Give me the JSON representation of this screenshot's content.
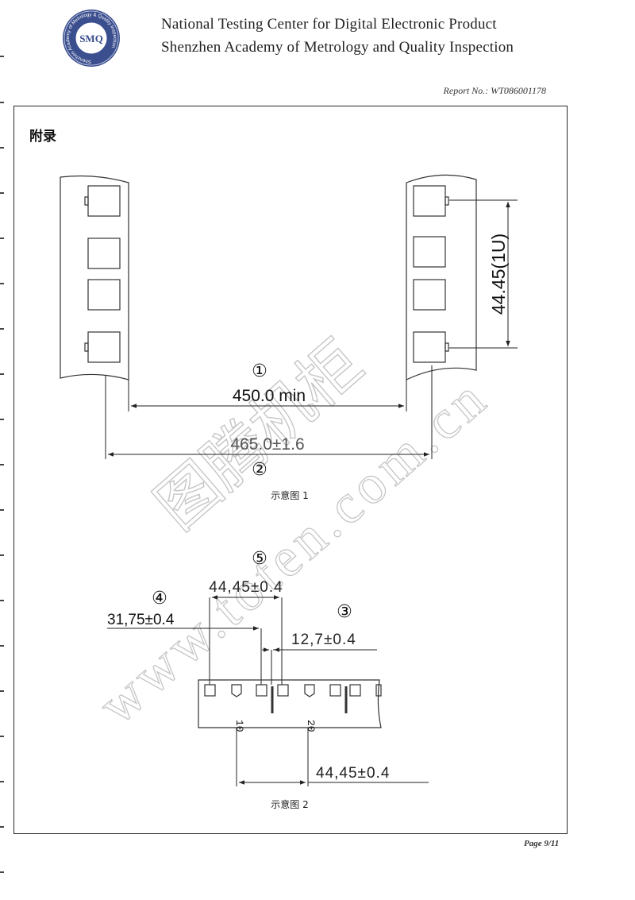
{
  "header": {
    "logo_text": "SMQ",
    "logo_ring_text": "Shenzhen Academy of Metrology & Quality Inspection",
    "line1": "National Testing Center for Digital Electronic Product",
    "line2": "Shenzhen Academy of Metrology and Quality Inspection"
  },
  "report": {
    "label": "Report No.: WT086001178"
  },
  "appendix": {
    "title": "附录"
  },
  "figure1": {
    "marker1": "①",
    "dim_min_width": "450.0 min",
    "dim_total_width": "465.0±1.6",
    "marker2": "②",
    "dim_unit_height": "44.45(1U)",
    "caption": "示意图 1"
  },
  "figure2": {
    "marker5": "⑤",
    "dim_pitch_top": "44,45±0.4",
    "marker4": "④",
    "dim_left_offset": "31,75±0.4",
    "marker3": "③",
    "dim_hole_gap": "12,7±0.4",
    "label_10": "10",
    "label_20": "20",
    "dim_pitch_bottom": "44,45±0.4",
    "caption": "示意图 2"
  },
  "watermark": {
    "cn_text": "图腾机柜",
    "url_text": "www.toten.com.cn"
  },
  "footer": {
    "page": "Page 9/11"
  }
}
